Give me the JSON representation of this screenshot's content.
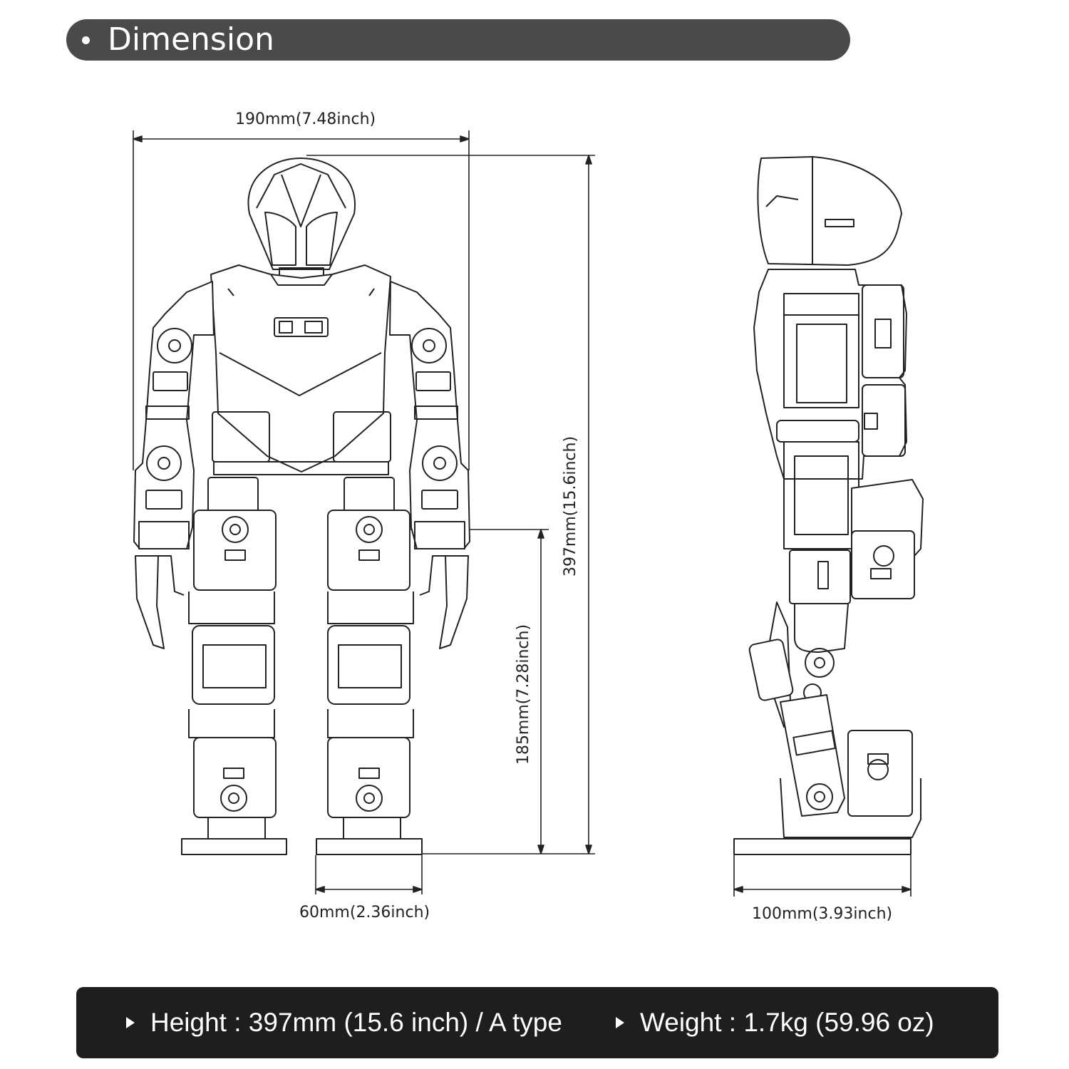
{
  "header": {
    "title": "Dimension"
  },
  "dimensions": {
    "width": "190mm(7.48inch)",
    "height": "397mm(15.6inch)",
    "hip_height": "185mm(7.28inch)",
    "foot_width": "60mm(2.36inch)",
    "foot_length": "100mm(3.93inch)"
  },
  "specs": {
    "height": "Height : 397mm (15.6 inch) / A type",
    "weight": "Weight : 1.7kg (59.96 oz)"
  },
  "colors": {
    "header_bg": "#4a4a4a",
    "spec_bar_bg": "#1e1e1e",
    "line": "#222222"
  }
}
